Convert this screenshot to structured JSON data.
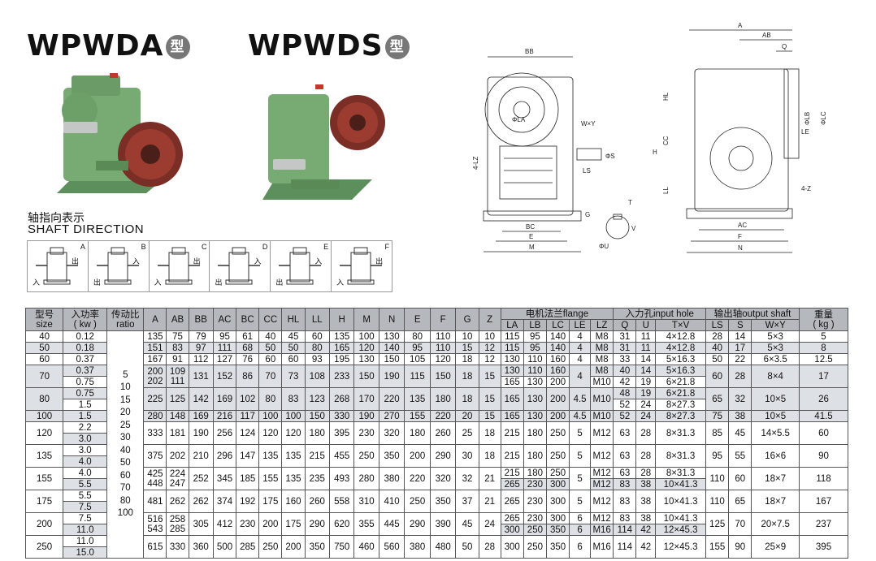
{
  "titles": {
    "left": "WPWDA",
    "right": "WPWDS",
    "badge": "型"
  },
  "shaft_direction": {
    "zh": "轴指向表示",
    "en": "SHAFT DIRECTION",
    "cells": [
      {
        "letter": "A",
        "left": "入",
        "right": "出"
      },
      {
        "letter": "B",
        "left": "出",
        "right": "入"
      },
      {
        "letter": "C",
        "left": "入",
        "right": "出"
      },
      {
        "letter": "D",
        "left": "出",
        "right": "入"
      },
      {
        "letter": "E",
        "left": "出",
        "right": "入"
      },
      {
        "letter": "F",
        "left": "入",
        "right": "出"
      }
    ]
  },
  "drawings": {
    "front_labels": {
      "bb": "BB",
      "wxy": "W×Y",
      "lz": "4-LZ",
      "la": "ΦLA",
      "s": "ΦS",
      "ls": "LS",
      "g": "G",
      "bc": "BC",
      "e": "E",
      "m": "M"
    },
    "key_labels": {
      "t": "T",
      "v": "V",
      "u": "ΦU"
    },
    "side_labels": {
      "a": "A",
      "ab": "AB",
      "q": "Q",
      "hl": "HL",
      "cc": "CC",
      "h": "H",
      "ll": "LL",
      "lb": "ΦLB",
      "lc": "ΦLC",
      "le": "LE",
      "z": "4-Z",
      "ac": "AC",
      "f": "F",
      "n": "N"
    }
  },
  "table": {
    "headers": {
      "model": "型号",
      "model_en": "size",
      "power": "入功率",
      "power_en": "( kw )",
      "ratio": "传动比",
      "ratio_en": "ratio",
      "dims": [
        "A",
        "AB",
        "BB",
        "AC",
        "BC",
        "CC",
        "HL",
        "LL",
        "H",
        "M",
        "N",
        "E",
        "F",
        "G",
        "Z"
      ],
      "flange": "电机法兰flange",
      "flange_cols": [
        "LA",
        "LB",
        "LC",
        "LE",
        "LZ"
      ],
      "input": "入力孔input hole",
      "input_cols": [
        "Q",
        "U",
        "T×V"
      ],
      "output": "输出轴output shaft",
      "output_cols": [
        "LS",
        "S",
        "W×Y"
      ],
      "weight": "重量",
      "weight_en": "( kg )"
    },
    "ratio_values": [
      "5",
      "10",
      "15",
      "20",
      "25",
      "30",
      "40",
      "50",
      "60",
      "70",
      "80",
      "100"
    ],
    "groups": [
      {
        "size": "40",
        "dims": [
          "135",
          "75",
          "79",
          "95",
          "61",
          "40",
          "45",
          "60",
          "135",
          "100",
          "130",
          "80",
          "110",
          "10",
          "10"
        ],
        "rows": [
          {
            "power": "0.12",
            "flange": [
              "115",
              "95",
              "140",
              "4",
              "M8"
            ],
            "input": [
              "31",
              "11",
              "4×12.8"
            ]
          }
        ],
        "output": [
          "28",
          "14",
          "5×3"
        ],
        "weight": "5"
      },
      {
        "size": "50",
        "dims": [
          "151",
          "83",
          "97",
          "111",
          "68",
          "50",
          "50",
          "80",
          "165",
          "120",
          "140",
          "95",
          "110",
          "15",
          "12"
        ],
        "rows": [
          {
            "power": "0.18",
            "flange": [
              "115",
              "95",
              "140",
              "4",
              "M8"
            ],
            "input": [
              "31",
              "11",
              "4×12.8"
            ]
          }
        ],
        "output": [
          "40",
          "17",
          "5×3"
        ],
        "weight": "8"
      },
      {
        "size": "60",
        "dims": [
          "167",
          "91",
          "112",
          "127",
          "76",
          "60",
          "60",
          "93",
          "195",
          "130",
          "150",
          "105",
          "120",
          "18",
          "12"
        ],
        "rows": [
          {
            "power": "0.37",
            "flange": [
              "130",
              "110",
              "160",
              "4",
              "M8"
            ],
            "input": [
              "33",
              "14",
              "5×16.3"
            ]
          }
        ],
        "output": [
          "50",
          "22",
          "6×3.5"
        ],
        "weight": "12.5"
      },
      {
        "size": "70",
        "dims": [
          [
            "200",
            "202"
          ],
          [
            "109",
            "111"
          ],
          "131",
          "152",
          "86",
          "70",
          "73",
          "108",
          "233",
          "150",
          "190",
          "115",
          "150",
          "18",
          "15"
        ],
        "rows": [
          {
            "power": "0.37",
            "flange": [
              "130",
              "110",
              "160",
              "4",
              "M8"
            ],
            "input": [
              "40",
              "14",
              "5×16.3"
            ]
          },
          {
            "power": "0.75",
            "flange": [
              "165",
              "130",
              "200",
              "",
              "M10"
            ],
            "input": [
              "42",
              "19",
              "6×21.8"
            ]
          }
        ],
        "output": [
          "60",
          "28",
          "8×4"
        ],
        "weight": "17"
      },
      {
        "size": "80",
        "dims": [
          "225",
          "125",
          "142",
          "169",
          "102",
          "80",
          "83",
          "123",
          "268",
          "170",
          "220",
          "135",
          "180",
          "18",
          "15"
        ],
        "rows": [
          {
            "power": "0.75",
            "flange": [
              "165",
              "130",
              "200",
              "4.5",
              "M10"
            ],
            "input": [
              "48",
              "19",
              "6×21.8"
            ]
          },
          {
            "power": "1.5",
            "flange": [
              "",
              "",
              "",
              "",
              ""
            ],
            "input": [
              "52",
              "24",
              "8×27.3"
            ]
          }
        ],
        "output": [
          "65",
          "32",
          "10×5"
        ],
        "weight": "26"
      },
      {
        "size": "100",
        "dims": [
          "280",
          "148",
          "169",
          "216",
          "117",
          "100",
          "100",
          "150",
          "330",
          "190",
          "270",
          "155",
          "220",
          "20",
          "15"
        ],
        "rows": [
          {
            "power": "1.5",
            "flange": [
              "165",
              "130",
              "200",
              "4.5",
              "M10"
            ],
            "input": [
              "52",
              "24",
              "8×27.3"
            ]
          }
        ],
        "output": [
          "75",
          "38",
          "10×5"
        ],
        "weight": "41.5"
      },
      {
        "size": "120",
        "dims": [
          "333",
          "181",
          "190",
          "256",
          "124",
          "120",
          "120",
          "180",
          "395",
          "230",
          "320",
          "180",
          "260",
          "25",
          "18"
        ],
        "rows": [
          {
            "power": "2.2",
            "flange": [
              "215",
              "180",
              "250",
              "5",
              "M12"
            ],
            "input": [
              "63",
              "28",
              "8×31.3"
            ]
          },
          {
            "power": "3.0",
            "flange": [
              "",
              "",
              "",
              "",
              ""
            ],
            "input": [
              "",
              "",
              ""
            ]
          }
        ],
        "output": [
          "85",
          "45",
          "14×5.5"
        ],
        "weight": "60"
      },
      {
        "size": "135",
        "dims": [
          "375",
          "202",
          "210",
          "296",
          "147",
          "135",
          "135",
          "215",
          "455",
          "250",
          "350",
          "200",
          "290",
          "30",
          "18"
        ],
        "rows": [
          {
            "power": "3.0",
            "flange": [
              "215",
              "180",
              "250",
              "5",
              "M12"
            ],
            "input": [
              "63",
              "28",
              "8×31.3"
            ]
          },
          {
            "power": "4.0",
            "flange": [
              "",
              "",
              "",
              "",
              ""
            ],
            "input": [
              "",
              "",
              ""
            ]
          }
        ],
        "output": [
          "95",
          "55",
          "16×6"
        ],
        "weight": "90"
      },
      {
        "size": "155",
        "dims": [
          [
            "425",
            "448"
          ],
          [
            "224",
            "247"
          ],
          "252",
          "345",
          "185",
          "155",
          "135",
          "235",
          "493",
          "280",
          "380",
          "220",
          "320",
          "32",
          "21"
        ],
        "rows": [
          {
            "power": "4.0",
            "flange": [
              "215",
              "180",
              "250",
              "5",
              "M12"
            ],
            "input": [
              "63",
              "28",
              "8×31.3"
            ]
          },
          {
            "power": "5.5",
            "flange": [
              "265",
              "230",
              "300",
              "",
              "M12"
            ],
            "input": [
              "83",
              "38",
              "10×41.3"
            ]
          }
        ],
        "output": [
          "110",
          "60",
          "18×7"
        ],
        "weight": "118"
      },
      {
        "size": "175",
        "dims": [
          "481",
          "262",
          "262",
          "374",
          "192",
          "175",
          "160",
          "260",
          "558",
          "310",
          "410",
          "250",
          "350",
          "37",
          "21"
        ],
        "rows": [
          {
            "power": "5.5",
            "flange": [
              "265",
              "230",
              "300",
              "5",
              "M12"
            ],
            "input": [
              "83",
              "38",
              "10×41.3"
            ]
          },
          {
            "power": "7.5",
            "flange": [
              "",
              "",
              "",
              "",
              ""
            ],
            "input": [
              "",
              "",
              ""
            ]
          }
        ],
        "output": [
          "110",
          "65",
          "18×7"
        ],
        "weight": "167"
      },
      {
        "size": "200",
        "dims": [
          [
            "516",
            "543"
          ],
          [
            "258",
            "285"
          ],
          "305",
          "412",
          "230",
          "200",
          "175",
          "290",
          "620",
          "355",
          "445",
          "290",
          "390",
          "45",
          "24"
        ],
        "rows": [
          {
            "power": "7.5",
            "flange": [
              "265",
              "230",
              "300",
              "6",
              "M12"
            ],
            "input": [
              "83",
              "38",
              "10×41.3"
            ]
          },
          {
            "power": "11.0",
            "flange": [
              "300",
              "250",
              "350",
              "6",
              "M16"
            ],
            "input": [
              "114",
              "42",
              "12×45.3"
            ]
          }
        ],
        "output": [
          "125",
          "70",
          "20×7.5"
        ],
        "weight": "237"
      },
      {
        "size": "250",
        "dims": [
          "615",
          "330",
          "360",
          "500",
          "285",
          "250",
          "200",
          "350",
          "750",
          "460",
          "560",
          "380",
          "480",
          "50",
          "28"
        ],
        "rows": [
          {
            "power": "11.0",
            "flange": [
              "300",
              "250",
              "350",
              "6",
              "M16"
            ],
            "input": [
              "114",
              "42",
              "12×45.3"
            ]
          },
          {
            "power": "15.0",
            "flange": [
              "",
              "",
              "",
              "",
              ""
            ],
            "input": [
              "",
              "",
              ""
            ]
          }
        ],
        "output": [
          "155",
          "90",
          "25×9"
        ],
        "weight": "395"
      }
    ]
  }
}
